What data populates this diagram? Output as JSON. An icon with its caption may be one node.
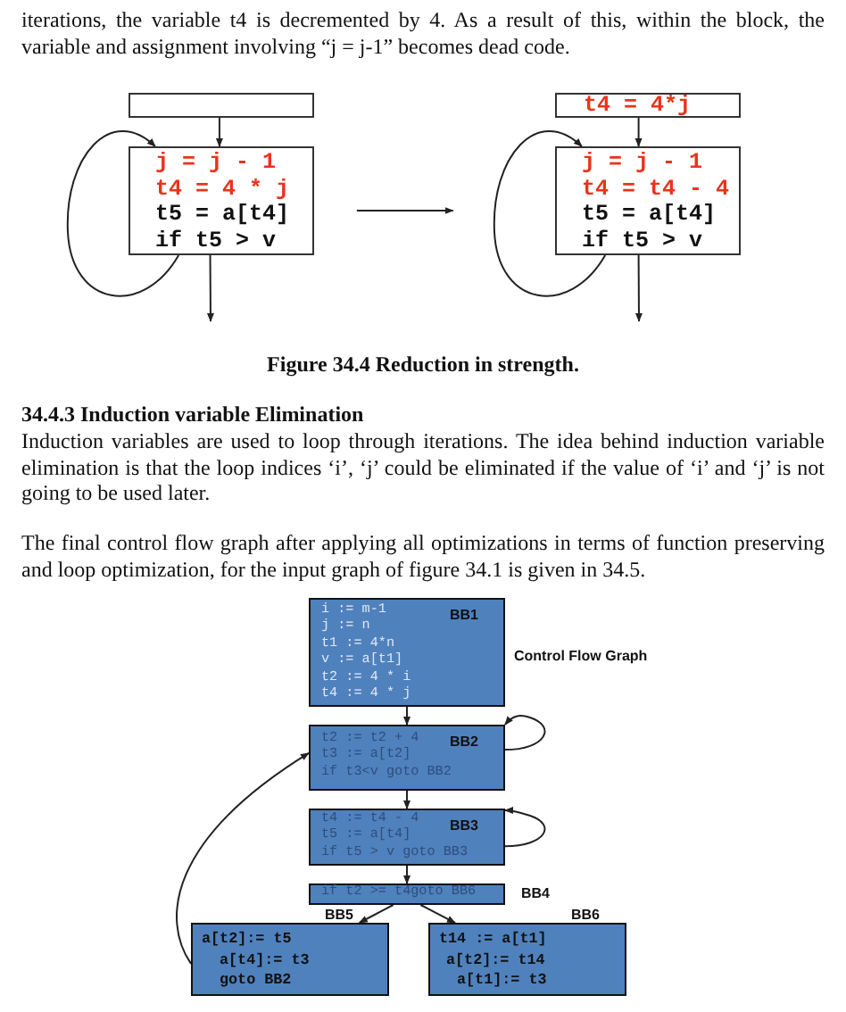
{
  "diagram": {
    "nodes": [
      {
        "text": [],
        "shape": "box"
      },
      {
        "text": [
          "j = j - 1",
          "t4 = 4 * j",
          "t5 = a[t4]",
          "if t5 > v"
        ]
      },
      {
        "text": [
          "t4 = 4*j"
        ]
      },
      {
        "text": [
          "j = j - 1",
          "t4 = t4 - 4",
          "t5 = a[t4]",
          "if t5 > v"
        ]
      },
      {
        "text": [
          "i := m-1",
          "j := n",
          "t1 := 4*n",
          "v := a[t1]",
          "t2 := 4 * i",
          "t4 := 4 * j",
          "BB1"
        ]
      },
      {
        "text": [
          "t2 := t2 + 4",
          "t3 := a[t2]",
          "if t3<v goto BB2",
          "BB2"
        ]
      },
      {
        "text": [
          "t4 := t4 - 4",
          "t5 := a[t4]",
          "if t5 > v goto BB3",
          "BB3"
        ]
      },
      {
        "text": [
          "if t2 >= t4goto BB6"
        ],
        "beside": [
          "BB4"
        ]
      },
      {
        "text": [
          "a[t2]:= t5",
          "a[t4]:= t3",
          "goto BB2"
        ],
        "beside": [
          "BB5"
        ]
      },
      {
        "text": [
          "t14 := a[t1]",
          "a[t2]:= t14",
          "a[t1]:= t3"
        ],
        "beside": [
          "BB6"
        ]
      }
    ],
    "edges": [
      {
        "from": 0,
        "to": 1,
        "arrow": "to"
      },
      {
        "from": 1,
        "to": 1,
        "arrow": "to"
      },
      {
        "from": 1,
        "to": null,
        "arrow": "to"
      },
      {
        "from": 1,
        "to": 3,
        "arrow": "to"
      },
      {
        "from": 2,
        "to": 3,
        "arrow": "to"
      },
      {
        "from": 3,
        "to": 3,
        "arrow": "to"
      },
      {
        "from": 3,
        "to": null,
        "arrow": "to"
      },
      {
        "from": 4,
        "to": 5,
        "arrow": "to"
      },
      {
        "from": 5,
        "to": 5,
        "arrow": "to"
      },
      {
        "from": 5,
        "to": 6,
        "arrow": "to"
      },
      {
        "from": 6,
        "to": 6,
        "arrow": "to"
      },
      {
        "from": 6,
        "to": 7,
        "arrow": "to"
      },
      {
        "from": 7,
        "to": 8,
        "arrow": "to"
      },
      {
        "from": 7,
        "to": 9,
        "arrow": "to"
      },
      {
        "from": 8,
        "to": 5,
        "arrow": "to"
      }
    ],
    "labels": [
      "iterations, the variable t4 is decremented by 4. As a result of this, within the block, the variable and assignment involving “j = j-1” becomes dead code.",
      "Figure 34.4 Reduction in strength.",
      "34.4.3 Induction variable Elimination",
      "Induction variables are used to loop through iterations. The idea behind induction variable elimination is that the loop indices ‘i’, ‘j’ could be eliminated if the value of ‘i’ and ‘j’ is not going to be used later.",
      "The final control flow graph after applying all optimizations in terms of function preserving and loop optimization, for the input graph of figure 34.1 is given in 34.5.",
      "Control Flow Graph"
    ]
  }
}
